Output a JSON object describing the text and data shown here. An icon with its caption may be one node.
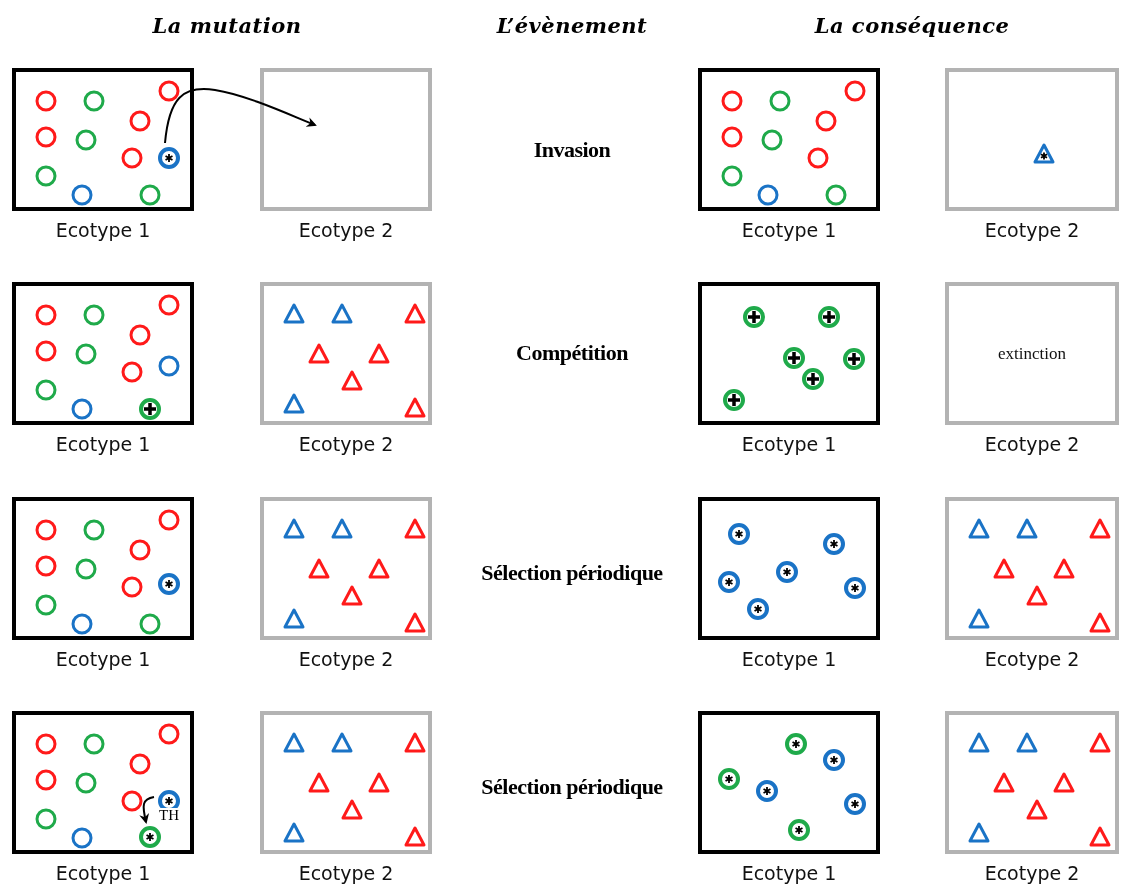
{
  "diagram": {
    "nodes": [
      {
        "text": [],
        "shape": "box",
        "beside": [
          "Ecotype 1"
        ]
      },
      {
        "text": [],
        "shape": "circle",
        "in": 0
      },
      {
        "text": [],
        "shape": "box",
        "beside": [
          "Ecotype 2"
        ]
      },
      {
        "text": [],
        "shape": "box",
        "beside": [
          "Ecotype 1"
        ]
      },
      {
        "text": [],
        "shape": "box",
        "beside": [
          "Ecotype 2"
        ]
      },
      {
        "text": [],
        "shape": "box",
        "beside": [
          "Ecotype 1"
        ]
      },
      {
        "text": [],
        "shape": "box",
        "beside": [
          "Ecotype 2"
        ]
      },
      {
        "text": [],
        "shape": "box",
        "beside": [
          "Ecotype 1"
        ]
      },
      {
        "text": [
          "extinction"
        ],
        "beside": [
          "Ecotype 2"
        ]
      },
      {
        "text": [],
        "shape": "box",
        "beside": [
          "Ecotype 1"
        ]
      },
      {
        "text": [],
        "shape": "box",
        "beside": [
          "Ecotype 2"
        ]
      },
      {
        "text": [],
        "shape": "box",
        "beside": [
          "Ecotype 1"
        ]
      },
      {
        "text": [],
        "shape": "box",
        "beside": [
          "Ecotype 2"
        ]
      },
      {
        "text": [],
        "shape": "box",
        "beside": [
          "Ecotype 1"
        ]
      },
      {
        "text": [],
        "shape": "circle",
        "in": 13
      },
      {
        "text": [],
        "shape": "circle",
        "in": 13
      },
      {
        "text": [],
        "shape": "box",
        "beside": [
          "Ecotype 2"
        ]
      },
      {
        "text": [],
        "shape": "box",
        "beside": [
          "Ecotype 1"
        ]
      },
      {
        "text": [],
        "shape": "box",
        "beside": [
          "Ecotype 2"
        ]
      }
    ],
    "edges": [
      {
        "from": 1,
        "to": 2,
        "arrow": "to"
      },
      {
        "from": 14,
        "to": 15,
        "arrow": "to",
        "label": "TH"
      }
    ],
    "labels": [
      "La mutation",
      "L’évènement",
      "La conséquence",
      "Invasion",
      "Compétition",
      "Sélection périodique",
      "Sélection périodique"
    ]
  }
}
